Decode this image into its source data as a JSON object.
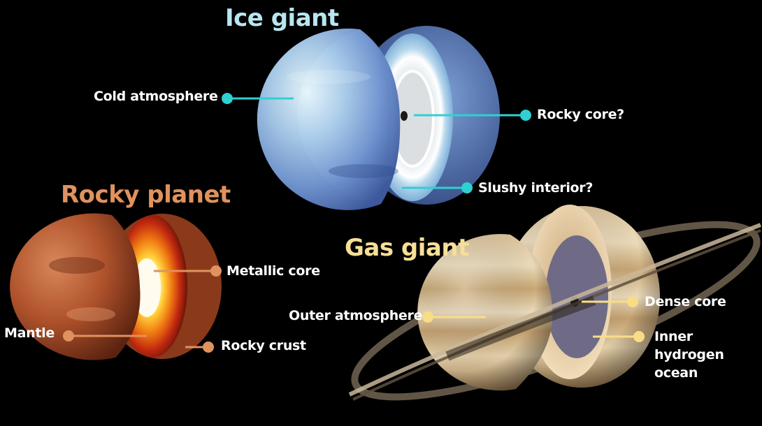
{
  "colors": {
    "background": "#000000",
    "ice_accent": "#2fd0d2",
    "ice_title": "#b8e6f0",
    "rocky_accent": "#e0925e",
    "rocky_title": "#e0925e",
    "gas_accent": "#f9dd86",
    "gas_title": "#f7df96"
  },
  "ice_giant": {
    "title": "Ice giant",
    "labels": {
      "cold_atmosphere": "Cold atmosphere",
      "rocky_core": "Rocky core?",
      "slushy_interior": "Slushy interior?"
    }
  },
  "rocky_planet": {
    "title": "Rocky planet",
    "labels": {
      "metallic_core": "Metallic core",
      "mantle": "Mantle",
      "rocky_crust": "Rocky crust"
    }
  },
  "gas_giant": {
    "title": "Gas giant",
    "labels": {
      "outer_atmosphere": "Outer atmosphere",
      "dense_core": "Dense core",
      "inner_hydrogen_ocean_1": "Inner",
      "inner_hydrogen_ocean_2": "hydrogen",
      "inner_hydrogen_ocean_3": "ocean"
    }
  }
}
